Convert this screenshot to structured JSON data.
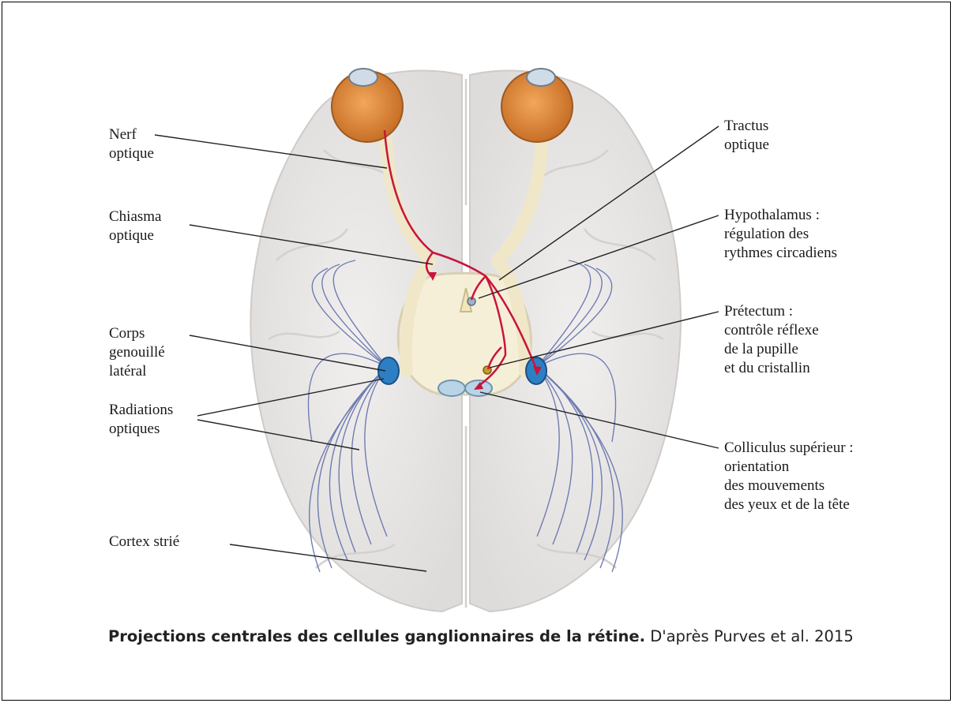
{
  "labels": {
    "nerf_optique": [
      "Nerf",
      "optique"
    ],
    "chiasma_optique": [
      "Chiasma",
      "optique"
    ],
    "corps_genouille": [
      "Corps",
      "genouillé",
      "latéral"
    ],
    "radiations_optiques": [
      "Radiations",
      "optiques"
    ],
    "cortex_strie": [
      "Cortex strié"
    ],
    "tractus_optique": [
      "Tractus",
      "optique"
    ],
    "hypothalamus": [
      "Hypothalamus :",
      "régulation des",
      "rythmes circadiens"
    ],
    "pretectum": [
      "Prétectum :",
      "contrôle réflexe",
      "de la pupille",
      "et du cristallin"
    ],
    "colliculus": [
      "Colliculus supérieur :",
      "orientation",
      "des mouvements",
      "des yeux et de la tête"
    ]
  },
  "caption": {
    "title": "Projections centrales des cellules ganglionnaires de la rétine.",
    "source": "D'après Purves et al. 2015"
  },
  "colors": {
    "brain": "#eae8e6",
    "eye": "#e08a3c",
    "pathway": "#c8143c",
    "radiation": "#5a6aa8",
    "nucleus": "#2d7fc4"
  }
}
